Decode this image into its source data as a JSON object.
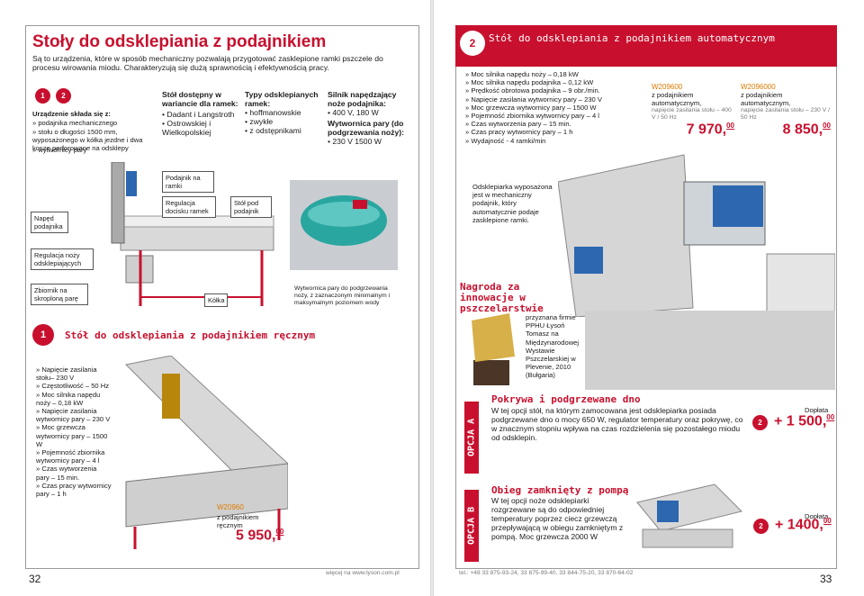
{
  "left": {
    "title": "Stoły do odsklepiania z podajnikiem",
    "intro": "Są to urządzenia, które w sposób mechaniczny pozwalają przygotować zasklepione ramki pszczele do procesu wirowania miodu. Charakteryzują się dużą sprawnością i efektywnością pracy.",
    "badges": [
      "1",
      "2"
    ],
    "components_heading": "Urządzenie składa się z:",
    "components": [
      "» podajnika mechanicznego",
      "» stołu o długości 1500 mm, wyposażonego w kółka jezdne i dwa kosze perforowane na odsklepy",
      "» wytwornicy pary"
    ],
    "frames_heading": "Stół dostępny w wariancie dla ramek:",
    "frames": [
      "Dadant i Langstroth",
      "Ostrowskiej i Wielkopolskiej"
    ],
    "types_heading": "Typy odsklepianych ramek:",
    "types": [
      "hoffmanowskie",
      "zwykłe",
      "z odstępnikami"
    ],
    "motor_heading": "Silnik napędzający noże podajnika:",
    "motor": [
      "400 V, 180 W"
    ],
    "steam_heading": "Wytwornica pary (do podgrzewania noży):",
    "steam": [
      "230 V 1500 W"
    ],
    "callouts": {
      "feeder": "Podajnik na ramki",
      "pressure": "Regulacja docisku ramek",
      "stand": "Stół pod podajnik",
      "drive": "Napęd podajnika",
      "knives": "Regulacja noży odsklepiających",
      "tank": "Zbiornik na skroploną parę",
      "wheels": "Kółka",
      "steam_note": "Wytwornica pary do podgrzewania noży, z zaznaczonym minimalnym i maksymalnym poziomem wody"
    },
    "manual": {
      "badge": "1",
      "title": "Stół do odsklepiania z podajnikiem ręcznym",
      "specs": [
        "» Napięcie zasilania stołu– 230 V",
        "» Częstotliwość – 50 Hz",
        "» Moc silnika napędu noży – 0,18 kW",
        "» Napięcie zasilania wytwornicy pary – 230 V",
        "» Moc grzewcza wytwornicy pary – 1500 W",
        "» Pojemność zbiornika wytwornicy pary – 4 l",
        "» Czas wytworzenia pary – 15 min.",
        "» Czas pracy wytwornicy pary – 1 h"
      ],
      "code": "W20960",
      "code_desc": "z podajnikiem ręcznym",
      "price": "5 950,",
      "price_cents": "00"
    },
    "footer": "więcej na www.lyson.com.pl",
    "page_number": "32"
  },
  "right": {
    "badge": "2",
    "title": "Stół do odsklepiania z podajnikiem automatycznym",
    "specs": [
      "» Moc silnika napędu noży – 0,18 kW",
      "» Moc silnika napędu podajnika – 0,12 kW",
      "» Prędkość obrotowa podajnika – 9 obr./min.",
      "» Napięcie zasilania wytwornicy pary – 230 V",
      "» Moc grzewcza wytwornicy pary – 1500 W",
      "» Pojemność zbiornika wytwornicy pary – 4 l",
      "» Czas wytworzenia pary – 15 min.",
      "» Czas pracy wytwornicy pary – 1 h",
      "» Wydajność - 4 ramki/min"
    ],
    "variant1": {
      "code": "W209600",
      "desc": "z podajnikiem automatycznym,",
      "note": "napięcie zasilania stołu – 400 V / 50 Hz",
      "price": "7 970,",
      "cents": "00"
    },
    "variant2": {
      "code": "W2096000",
      "desc": "z podajnikiem automatycznym,",
      "note": "napięcie zasilania stołu – 230 V / 50 Hz",
      "price": "8 850,",
      "cents": "00"
    },
    "feeder_note": "Odsklepiarka wyposażona jest w mechaniczny podajnik, który automatycznie podaje zasklepione ramki.",
    "award_title": "Nagroda za innowacje w pszczelarstwie",
    "award_text": "przyznana firmie PPHU Łysoń Tomasz na Międzynarodowej Wystawie Pszczelarskiej w Plevenie, 2010 (Bułgaria)",
    "option_a": {
      "label": "OPCJA A",
      "title": "Pokrywa i podgrzewane dno",
      "text": "W tej opcji stół, na którym zamocowana jest odsklepiarka posiada podgrzewane dno o mocy 650 W, regulator temperatury oraz pokrywę, co w znacznym stopniu wpływa na czas rozdzielenia się pozostałego miodu od odsklepin.",
      "surcharge": "Dopłata",
      "badge": "2",
      "price": "+ 1 500,",
      "cents": "00"
    },
    "option_b": {
      "label": "OPCJA B",
      "title": "Obieg zamknięty z pompą",
      "text": "W tej opcji noże odsklepiarki rozgrzewane są do odpowiedniej temperatury poprzez ciecz grzewczą przepływającą w obiegu zamkniętym z pompą. Moc grzewcza 2000 W",
      "surcharge": "Dopłata",
      "badge": "2",
      "price": "+ 1400,",
      "cents": "00"
    },
    "footer": "tel.: +48 33 875-93-24, 33 875-99-40, 33 844-75-20, 33 870-64-02",
    "page_number": "33"
  }
}
